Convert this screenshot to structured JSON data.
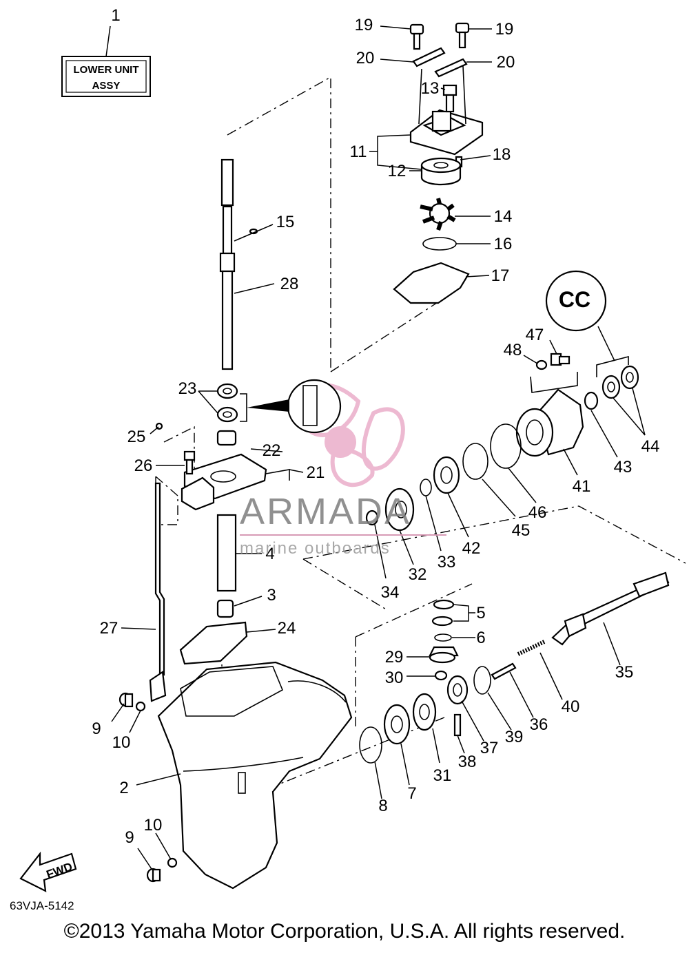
{
  "assembly_label": [
    "LOWER UNIT",
    "ASSY"
  ],
  "fwd_label": "FWD",
  "cc_label": "CC",
  "diagram_code": "63VJA-5142",
  "copyright": "©2013 Yamaha Motor Corporation, U.S.A. All rights reserved.",
  "watermark": {
    "brand": "ARMADA",
    "tagline": "marine outboards"
  },
  "colors": {
    "ink": "#000000",
    "watermark_gray": "#7d7d7d",
    "watermark_pink": "#e8a2c2"
  },
  "callouts": {
    "c1": "1",
    "c19a": "19",
    "c19b": "19",
    "c20a": "20",
    "c20b": "20",
    "c13": "13",
    "c11": "11",
    "c12": "12",
    "c18": "18",
    "c14": "14",
    "c16": "16",
    "c17": "17",
    "c15": "15",
    "c28": "28",
    "c47": "47",
    "c48": "48",
    "c23": "23",
    "c25": "25",
    "c22": "22",
    "c26": "26",
    "c21": "21",
    "c44": "44",
    "c43": "43",
    "c41": "41",
    "c45": "45",
    "c46": "46",
    "c42": "42",
    "c33": "33",
    "c32": "32",
    "c34": "34",
    "c4": "4",
    "c3": "3",
    "c27": "27",
    "c24": "24",
    "c5": "5",
    "c6": "6",
    "c29": "29",
    "c30": "30",
    "c35": "35",
    "c40": "40",
    "c36": "36",
    "c39": "39",
    "c37": "37",
    "c38": "38",
    "c31": "31",
    "c9a": "9",
    "c10a": "10",
    "c2": "2",
    "c8": "8",
    "c7": "7",
    "c10b": "10",
    "c9b": "9"
  }
}
